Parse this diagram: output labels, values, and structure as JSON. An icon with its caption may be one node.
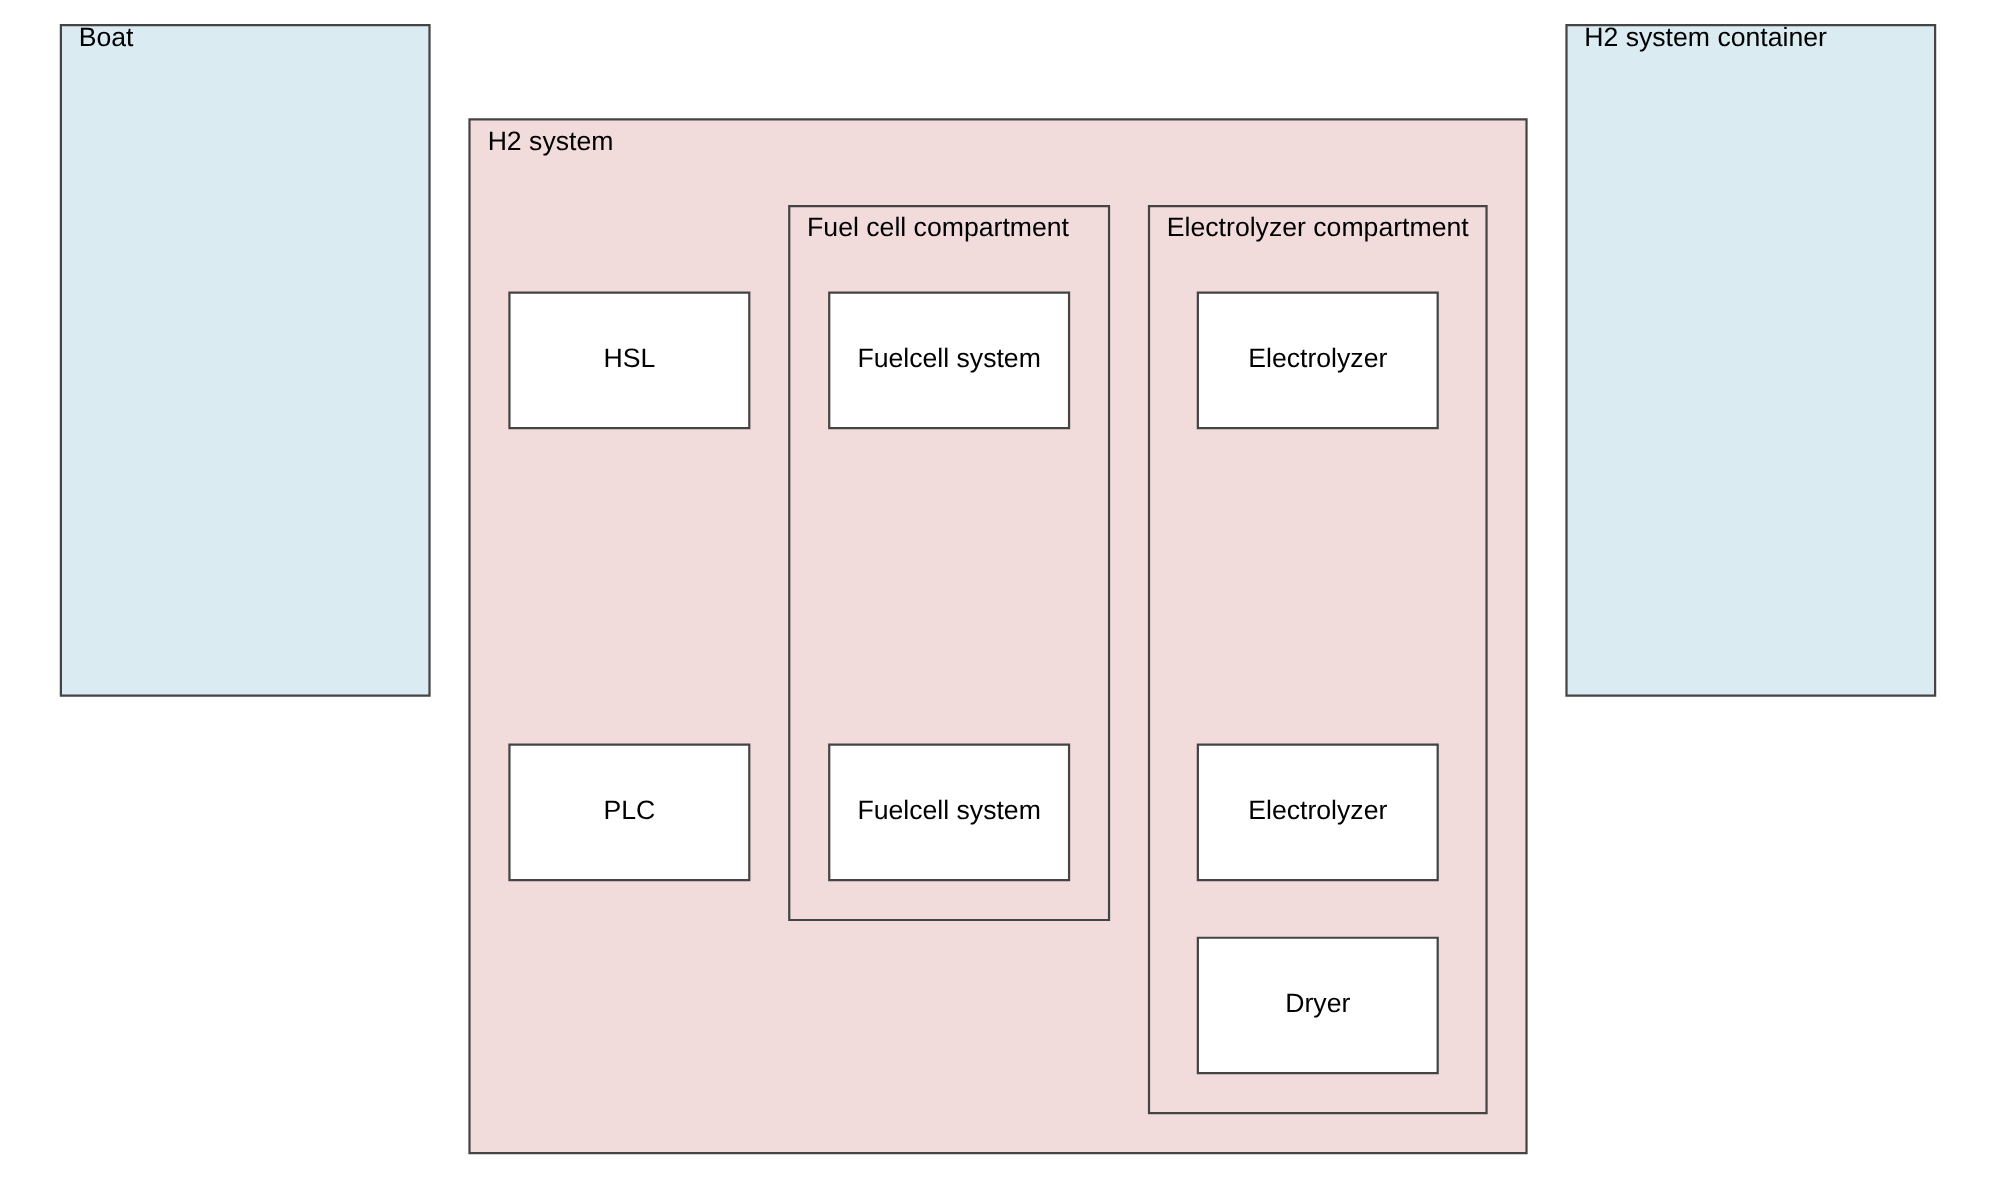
{
  "diagram": {
    "nodes": [
      {
        "text": [
          "Boat"
        ]
      },
      {
        "text": [
          "H2 system container"
        ]
      },
      {
        "text": [
          "H2 system"
        ]
      },
      {
        "text": [
          "HSL"
        ],
        "in": 2
      },
      {
        "text": [
          "PLC"
        ],
        "in": 2
      },
      {
        "text": [
          "Electrolyzer compartment"
        ],
        "in": 2
      },
      {
        "text": [
          "Electrolyzer"
        ],
        "in": 5
      },
      {
        "text": [
          "Electrolyzer"
        ],
        "in": 5
      },
      {
        "text": [
          "Dryer"
        ],
        "in": 5
      },
      {
        "text": [
          "Fuel cell compartment"
        ],
        "in": 2
      },
      {
        "text": [
          "Fuelcell system"
        ],
        "in": 9
      },
      {
        "text": [
          "Fuelcell system"
        ],
        "in": 9
      }
    ],
    "edges": []
  }
}
